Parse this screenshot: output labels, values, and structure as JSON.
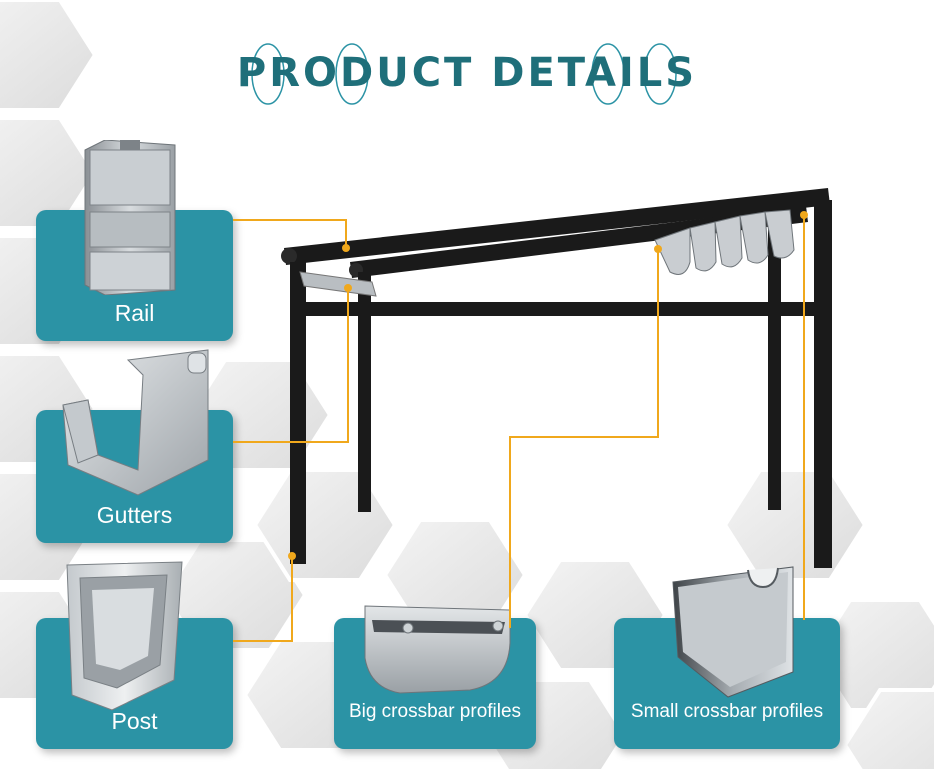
{
  "header": {
    "title": "PRODUCT DETAILS"
  },
  "cards": [
    {
      "label": "Rail"
    },
    {
      "label": "Gutters"
    },
    {
      "label": "Post"
    },
    {
      "label": "Big crossbar profiles"
    },
    {
      "label": "Small crossbar profiles"
    }
  ],
  "colors": {
    "accent": "#2b93a5",
    "title": "#1f6f7a",
    "connector": "#f0a81c",
    "frame": "#1a1a1a"
  }
}
